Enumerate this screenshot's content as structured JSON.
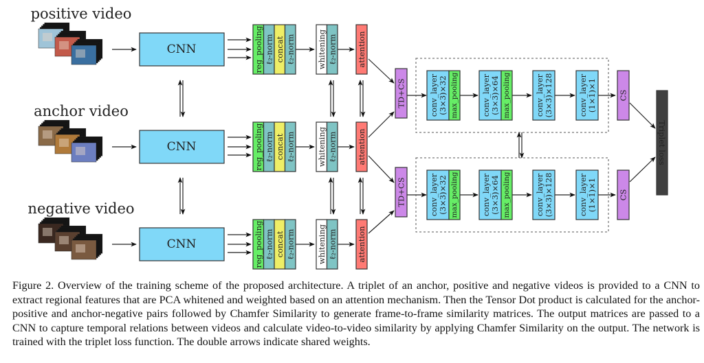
{
  "figure": {
    "inputs": [
      {
        "id": "positive",
        "label": "positive video",
        "tones": [
          "#9fc4d8",
          "#c25a4a",
          "#3a6fa0"
        ]
      },
      {
        "id": "anchor",
        "label": "anchor video",
        "tones": [
          "#8a6a48",
          "#b07a3a",
          "#6c7ec0"
        ]
      },
      {
        "id": "negative",
        "label": "negative video",
        "tones": [
          "#3a2820",
          "#5a4030",
          "#7a5a40"
        ]
      }
    ],
    "cnn_label": "CNN",
    "feature_blocks": [
      {
        "label": "reg_pooling",
        "color": "#66ee66"
      },
      {
        "label": "ℓ₂-norm",
        "color": "#7fc4c4"
      },
      {
        "label": "concat",
        "color": "#eeee66"
      },
      {
        "label": "ℓ₂-norm",
        "color": "#7fc4c4"
      }
    ],
    "whitening_blocks": [
      {
        "label": "whitening",
        "color": "#ffffff"
      },
      {
        "label": "ℓ₂-norm",
        "color": "#7fc4c4"
      }
    ],
    "attention": {
      "label": "attention",
      "color": "#ff7a74"
    },
    "td_cs": {
      "label": "TD+CS",
      "color": "#cc88e8"
    },
    "temporal_cnn": [
      {
        "conv": "conv_layer",
        "shape": "(3×3)×32",
        "pool": "max_pooling"
      },
      {
        "conv": "conv_layer",
        "shape": "(3×3)×64",
        "pool": "max_pooling"
      },
      {
        "conv": "conv_layer",
        "shape": "(3×3)×128",
        "pool": null
      },
      {
        "conv": "conv_layer",
        "shape": "(1×1)×1",
        "pool": null
      }
    ],
    "conv_color": "#80d8f8",
    "pool_color": "#66ee66",
    "cs": {
      "label": "CS",
      "color": "#cc88e8"
    },
    "triplet_loss": {
      "label": "Triplet loss",
      "color": "#404040",
      "text_color": "#d0d0d0"
    },
    "cnn_color": "#80d8f8"
  },
  "caption": "Figure 2. Overview of the training scheme of the proposed architecture. A triplet of an anchor, positive and negative videos is provided to a CNN to extract regional features that are PCA whitened and weighted based on an attention mechanism. Then the Tensor Dot product is calculated for the anchor-positive and anchor-negative pairs followed by Chamfer Similarity to generate frame-to-frame similarity matrices. The output matrices are passed to a CNN to capture temporal relations between videos and calculate video-to-video similarity by applying Chamfer Similarity on the output. The network is trained with the triplet loss function. The double arrows indicate shared weights."
}
